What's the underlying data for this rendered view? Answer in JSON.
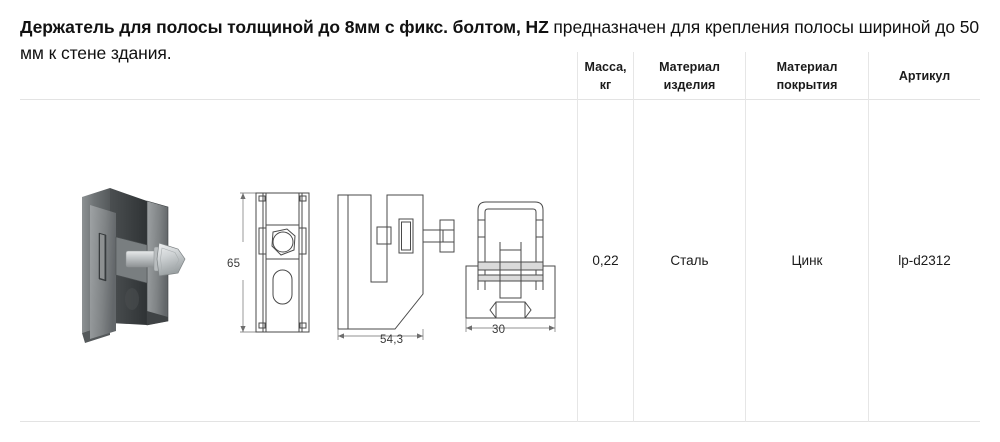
{
  "heading": {
    "bold_part": "Держатель для полосы толщиной до 8мм с фикс. болтом, HZ",
    "rest_part": " предназначен для крепления полосы шириной до 50 мм к стене здания."
  },
  "table": {
    "headers": [
      {
        "line1": "Масса,",
        "line2": "кг"
      },
      {
        "line1": "Материал",
        "line2": "изделия"
      },
      {
        "line1": "Материал",
        "line2": "покрытия"
      },
      {
        "line1": "Артикул",
        "line2": ""
      }
    ],
    "row": {
      "mass": "0,22",
      "product_material": "Сталь",
      "coating_material": "Цинк",
      "article": "lp-d2312"
    }
  },
  "media": {
    "photo_alt": "product-photo-bracket-with-bolt",
    "drawings": [
      {
        "name": "front-view",
        "dimension": "65"
      },
      {
        "name": "side-view",
        "dimension": "54,3"
      },
      {
        "name": "top-view",
        "dimension": "30"
      }
    ]
  },
  "colors": {
    "text": "#1a1a1a",
    "rule": "#e3e3e3",
    "divider": "#e6e6e6",
    "metal_light": "#b9bcbd",
    "metal_mid": "#8e9294",
    "metal_dark": "#5e6365",
    "line": "#4a4a4a"
  }
}
